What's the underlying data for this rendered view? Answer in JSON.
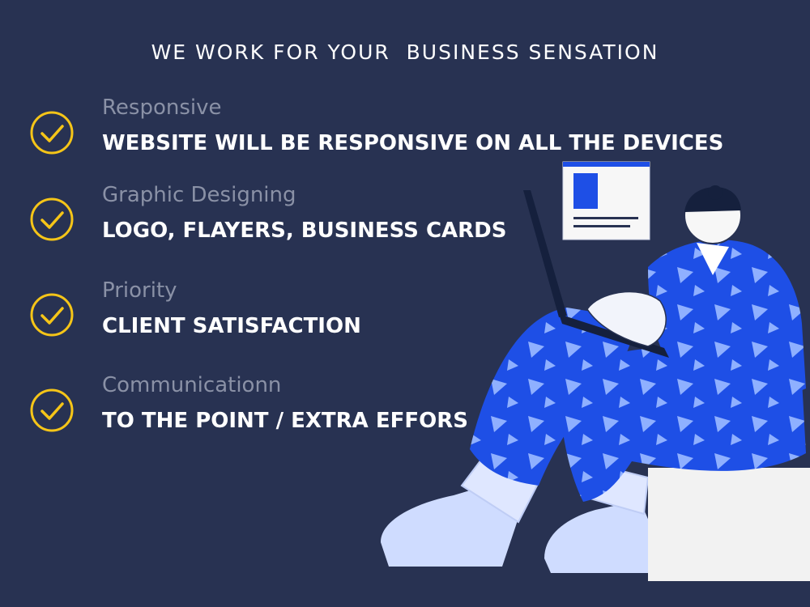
{
  "headline": "WE WORK FOR YOUR  BUSINESS SENSATION",
  "features": [
    {
      "label": "Responsive",
      "description": "WEBSITE WILL BE RESPONSIVE ON ALL THE DEVICES",
      "icon": "check-circle-icon"
    },
    {
      "label": "Graphic Designing",
      "description": "LOGO, FLAYERS, BUSINESS CARDS",
      "icon": "check-circle-icon"
    },
    {
      "label": "Priority",
      "description": "CLIENT SATISFACTION",
      "icon": "check-circle-icon"
    },
    {
      "label": "Communicationn",
      "description": "TO THE POINT / EXTRA EFFORS",
      "icon": "check-circle-icon"
    }
  ],
  "colors": {
    "background": "#283252",
    "check": "#f5c518",
    "label": "#8a91a6",
    "description": "#ffffff",
    "accent_blue": "#1e4fe6",
    "pale_blue": "#cfdcff"
  }
}
